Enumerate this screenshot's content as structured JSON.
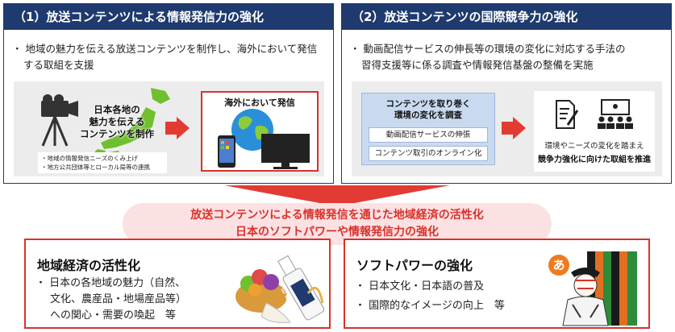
{
  "left_panel": {
    "title": "（1）放送コンテンツによる情報発信力の強化",
    "bullet_line1": "・ 地域の魅力を伝える放送コンテンツを制作し、海外において発信",
    "bullet_line2": "する取組を支援",
    "map_label_line1": "日本各地の",
    "map_label_line2": "魅力を伝える",
    "map_label_line3": "コンテンツを制作",
    "note_line1": "・地域の情報発信ニーズのくみ上げ",
    "note_line2": "・地方公共団体等とローカル局等の連携",
    "overseas_label": "海外において発信"
  },
  "right_panel": {
    "title": "（2）放送コンテンツの国際競争力の強化",
    "bullet_line1": "・ 動画配信サービスの伸長等の環境の変化に対応する手法の",
    "bullet_line2": "習得支援等に係る調査や情報発信基盤の整備を実施",
    "survey_title_line1": "コンテンツを取り巻く",
    "survey_title_line2": "環境の変化を調査",
    "survey_item1": "動画配信サービスの伸張",
    "survey_item2": "コンテンツ取引のオンライン化",
    "result_line1": "環境やニーズの変化を踏まえ",
    "result_line2": "競争力強化に向けた取組を推進"
  },
  "banner": {
    "line1": "放送コンテンツによる情報発信を通じた地域経済の活性化",
    "line2": "日本のソフトパワーや情報発信力の強化"
  },
  "bottom_left": {
    "title": "地域経済の活性化",
    "line1": "・ 日本の各地域の魅力（自然、",
    "line2": "文化、農産品・地場産品等）",
    "line3": "への関心・需要の喚起　等",
    "bottle_label": "日本酒"
  },
  "bottom_right": {
    "title": "ソフトパワーの強化",
    "line1": "・ 日本文化・日本語の普及",
    "line2": "・ 国際的なイメージの向上　等",
    "hiragana_badge": "あ"
  },
  "colors": {
    "navy": "#1e3a6e",
    "red": "#d9322b",
    "pink": "#fce1e3",
    "light_blue": "#c9daf0",
    "gray": "#ececec"
  }
}
